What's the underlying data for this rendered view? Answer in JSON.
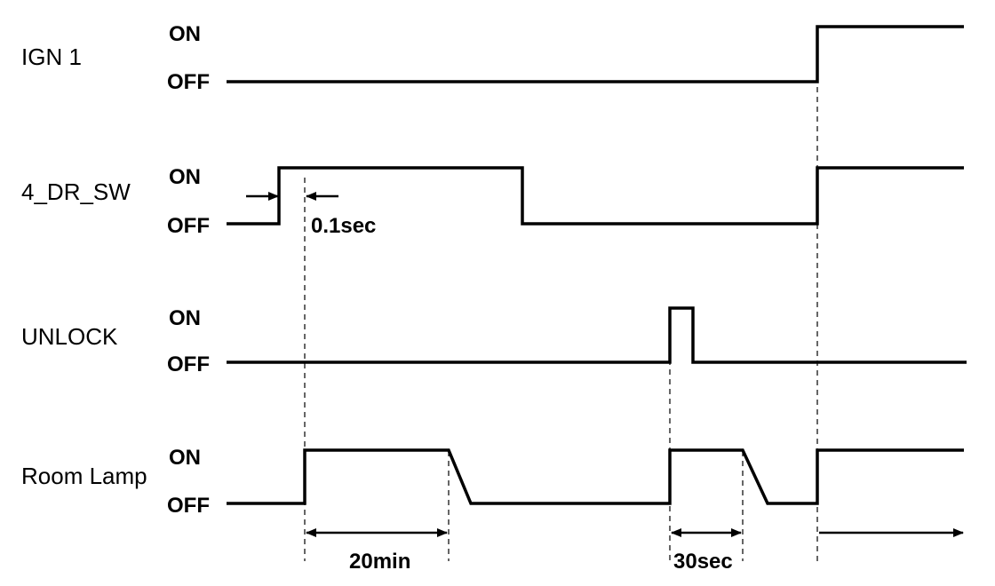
{
  "levels": {
    "on": "ON",
    "off": "OFF"
  },
  "signals": [
    {
      "key": "ign1",
      "name": "IGN 1"
    },
    {
      "key": "dr_sw",
      "name": "4_DR_SW"
    },
    {
      "key": "unlock",
      "name": "UNLOCK"
    },
    {
      "key": "room_lamp",
      "name": "Room Lamp"
    }
  ],
  "annotations": {
    "debounce": "0.1sec",
    "lamp_hold_1": "20min",
    "lamp_hold_2": "30sec"
  }
}
